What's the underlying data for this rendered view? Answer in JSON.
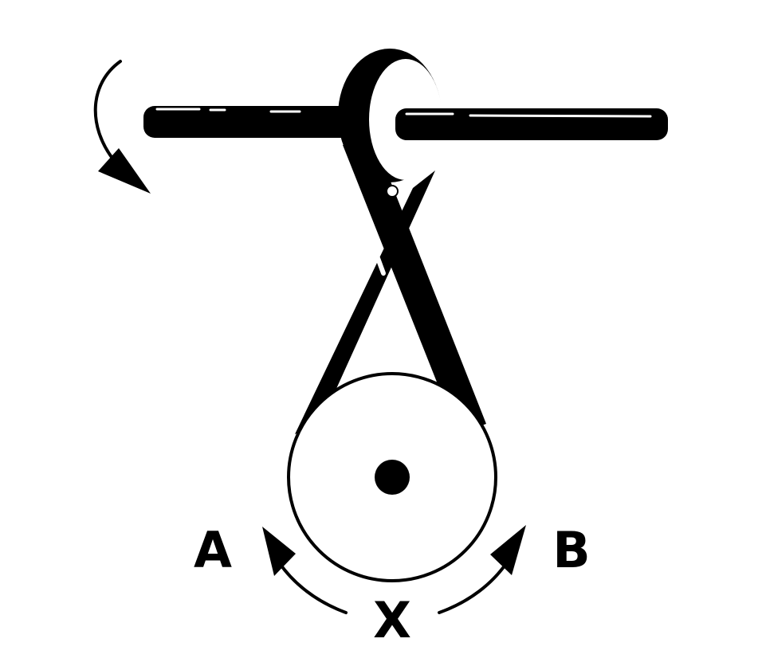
{
  "labels": {
    "left_direction": "A",
    "right_direction": "B",
    "bottom_center": "X"
  },
  "colors": {
    "ink": "#000000",
    "paper": "#ffffff"
  }
}
